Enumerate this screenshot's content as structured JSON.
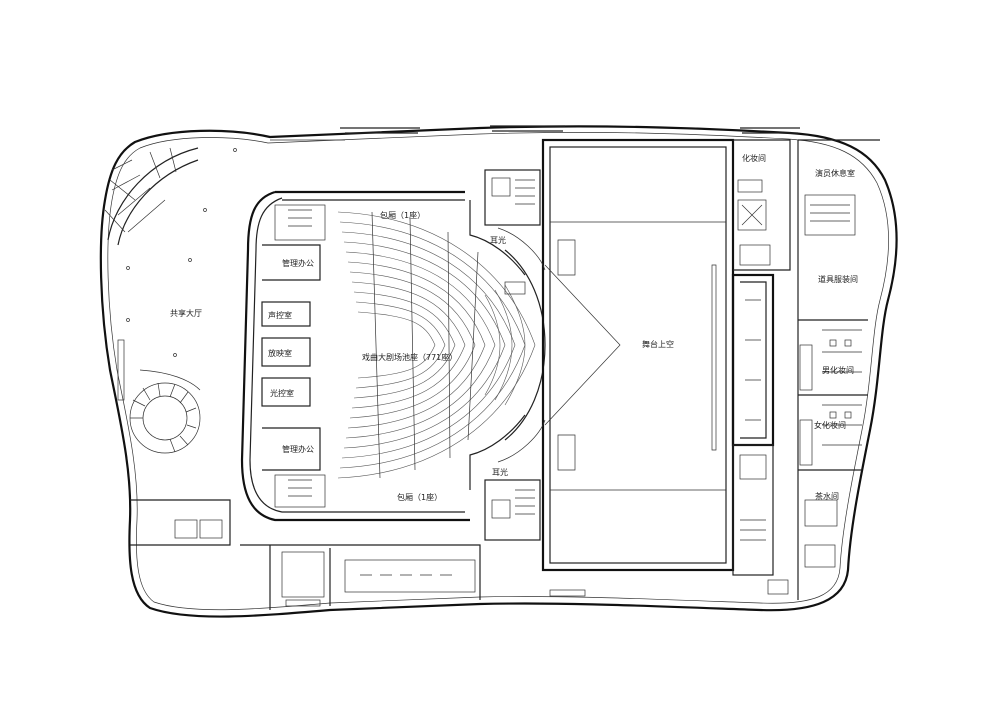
{
  "labels": {
    "atrium": "共享大厅",
    "balcony_top": "包厢（1座）",
    "balcony_bottom": "包厢（1座）",
    "ear_light_top": "耳光",
    "ear_light_bottom": "耳光",
    "mgmt_office_top": "管理办公",
    "mgmt_office_bottom": "管理办公",
    "sound_control": "声控室",
    "projection": "放映室",
    "light_control": "光控室",
    "hall": "戏曲大剧场池座（771座）",
    "stage": "舞台上空",
    "makeup": "化妆间",
    "actors_lounge": "演员休息室",
    "props_room": "道具服装间",
    "male_dressing": "男化妆间",
    "female_dressing": "女化妆间",
    "tea_room": "茶水间"
  }
}
